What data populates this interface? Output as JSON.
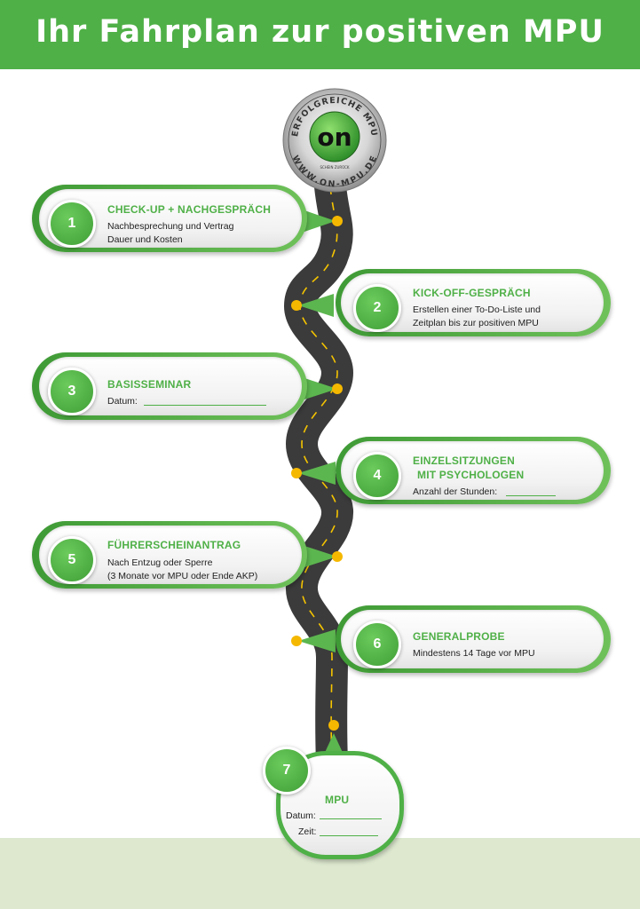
{
  "header": {
    "title": "Ihr Fahrplan zur positiven MPU"
  },
  "logo": {
    "top_text": "ERFOLGREICHE MPU",
    "center_text": "on",
    "sub_text": "SCHEIN ZURÜCK",
    "bottom_text": "WWW.ON-MPU.DE"
  },
  "colors": {
    "green": "#4fb047",
    "road": "#3b3b3b",
    "dot": "#f5b800",
    "footer": "#dde8cf"
  },
  "steps": [
    {
      "number": "1",
      "title": "CHECK-UP + NACHGESPRÄCH",
      "lines": [
        "Nachbesprechung und Vertrag",
        "Dauer und Kosten"
      ]
    },
    {
      "number": "2",
      "title": "KICK-OFF-GESPRÄCH",
      "lines": [
        "Erstellen einer To-Do-Liste und",
        "Zeitplan bis zur positiven MPU"
      ]
    },
    {
      "number": "3",
      "title": "BASISSEMINAR",
      "lines": [
        "Datum:"
      ]
    },
    {
      "number": "4",
      "title": "EINZELSITZUNGEN",
      "title2": "MIT PSYCHOLOGEN",
      "lines": [
        "Anzahl der Stunden:"
      ]
    },
    {
      "number": "5",
      "title": "FÜHRERSCHEINANTRAG",
      "lines": [
        "Nach Entzug oder Sperre",
        "(3 Monate vor MPU oder Ende AKP)"
      ]
    },
    {
      "number": "6",
      "title": "GENERALPROBE",
      "lines": [
        "Mindestens 14 Tage vor MPU"
      ]
    }
  ],
  "final": {
    "number": "7",
    "title": "MPU",
    "date_label": "Datum:",
    "time_label": "Zeit:"
  }
}
